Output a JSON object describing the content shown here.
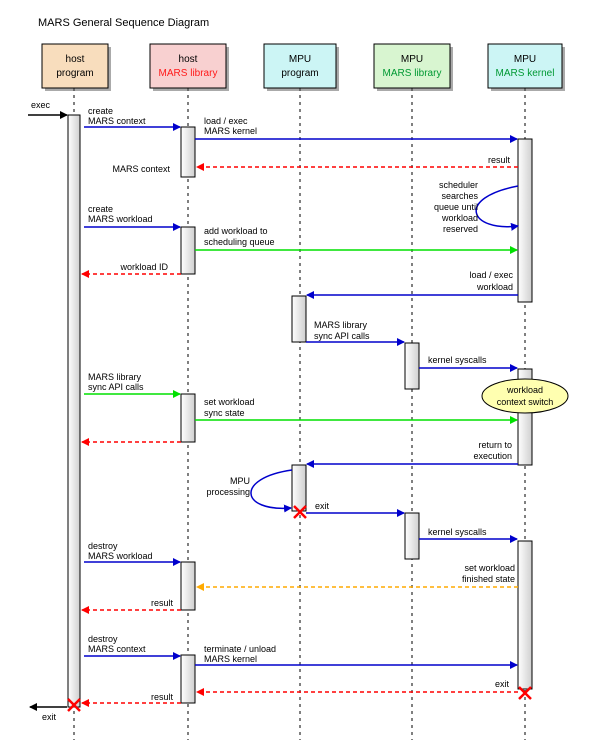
{
  "title": "MARS General Sequence Diagram",
  "participants": [
    {
      "line1": "host",
      "line2": "program",
      "fill": "#f8ddbd",
      "color2": "black"
    },
    {
      "line1": "host",
      "line2": "MARS library",
      "fill": "#f8d0d0",
      "color2": "red"
    },
    {
      "line1": "MPU",
      "line2": "program",
      "fill": "#ccf5f5",
      "color2": "black"
    },
    {
      "line1": "MPU",
      "line2": "MARS library",
      "fill": "#d8f5d0",
      "color2": "green"
    },
    {
      "line1": "MPU",
      "line2": "MARS kernel",
      "fill": "#ccf5f5",
      "color2": "green"
    }
  ],
  "messages": {
    "exec": "exec",
    "create_context": [
      "create",
      "MARS context"
    ],
    "load_exec_kernel": [
      "load / exec",
      "MARS kernel"
    ],
    "result_1": "result",
    "mars_context": "MARS context",
    "scheduler": [
      "scheduler",
      "searches",
      "queue until",
      "workload",
      "reserved"
    ],
    "create_workload": [
      "create",
      "MARS workload"
    ],
    "add_workload": [
      "add workload to",
      "scheduling queue"
    ],
    "workload_id": "workload ID",
    "load_exec_workload": [
      "load / exec",
      "workload"
    ],
    "mpu_sync_api": [
      "MARS library",
      "sync API calls"
    ],
    "kernel_syscalls_1": "kernel syscalls",
    "context_switch": [
      "workload",
      "context switch"
    ],
    "host_sync_api": [
      "MARS library",
      "sync API calls"
    ],
    "set_sync_state": [
      "set workload",
      "sync state"
    ],
    "return_to_execution": [
      "return to",
      "execution"
    ],
    "mpu_processing": [
      "MPU",
      "processing"
    ],
    "mpu_exit": "exit",
    "kernel_syscalls_2": "kernel syscalls",
    "destroy_workload": [
      "destroy",
      "MARS workload"
    ],
    "set_finished": [
      "set workload",
      "finished state"
    ],
    "result_2": "result",
    "destroy_context": [
      "destroy",
      "MARS context"
    ],
    "terminate_kernel": [
      "terminate / unload",
      "MARS kernel"
    ],
    "kernel_exit": "exit",
    "result_3": "result",
    "host_exit": "exit"
  },
  "colors": {
    "call": "#0000cc",
    "return": "#ff0000",
    "queue": "#00e000",
    "state": "#ffaa00",
    "activation": "#eeeeee",
    "note": "#ffffb0"
  }
}
